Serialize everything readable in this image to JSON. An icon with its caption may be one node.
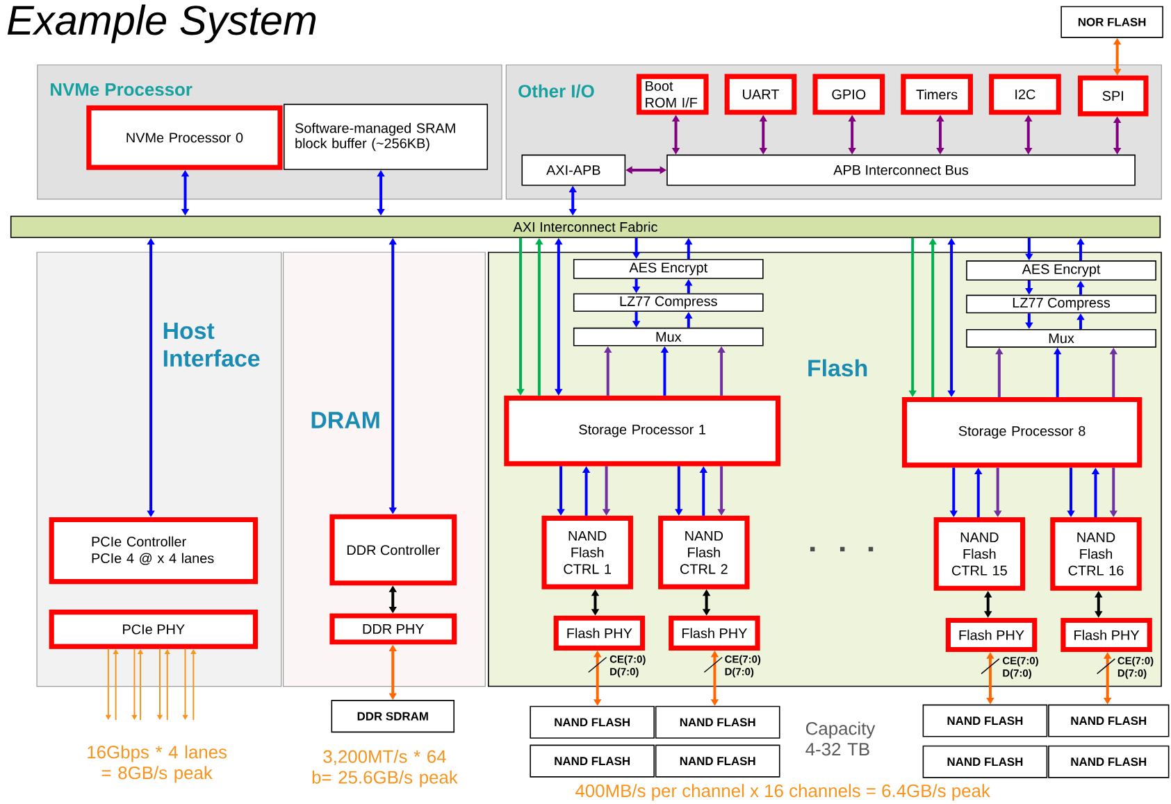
{
  "diagram": {
    "title": "Example System",
    "nodes": [
      {
        "text": [
          "NVMe Processor"
        ]
      },
      {
        "text": [
          "NVMe Processor 0"
        ],
        "in": 0
      },
      {
        "text": [
          "Software-managed SRAM block buffer (~256KB)"
        ],
        "in": 0
      },
      {
        "text": [
          "Other I/O"
        ]
      },
      {
        "text": [
          "Boot ROM I/F"
        ],
        "in": 3
      },
      {
        "text": [
          "UART"
        ],
        "in": 3
      },
      {
        "text": [
          "GPIO"
        ],
        "in": 3
      },
      {
        "text": [
          "Timers"
        ],
        "in": 3
      },
      {
        "text": [
          "I2C"
        ],
        "in": 3
      },
      {
        "text": [
          "SPI"
        ],
        "in": 3
      },
      {
        "text": [
          "AXI-APB"
        ],
        "in": 3
      },
      {
        "text": [
          "APB Interconnect Bus"
        ],
        "in": 3
      },
      {
        "text": [
          "NOR FLASH"
        ]
      },
      {
        "text": [
          "AXI Interconnect Fabric"
        ]
      },
      {
        "text": [
          "Host Interface"
        ]
      },
      {
        "text": [
          "PCIe Controller PCIe 4 @ x 4 lanes"
        ],
        "in": 14
      },
      {
        "text": [
          "PCIe PHY"
        ],
        "in": 14
      },
      {
        "text": [
          "DRAM"
        ]
      },
      {
        "text": [
          "DDR Controller"
        ],
        "in": 17
      },
      {
        "text": [
          "DDR PHY"
        ],
        "in": 17
      },
      {
        "text": [
          "DDR SDRAM"
        ]
      },
      {
        "text": [
          "Flash"
        ]
      },
      {
        "text": [
          "AES Encrypt"
        ],
        "in": 21
      },
      {
        "text": [
          "LZ77 Compress"
        ],
        "in": 21
      },
      {
        "text": [
          "Mux"
        ],
        "in": 21
      },
      {
        "text": [
          "Storage Processor 1"
        ],
        "in": 21
      },
      {
        "text": [
          "AES Encrypt"
        ],
        "in": 21
      },
      {
        "text": [
          "LZ77 Compress"
        ],
        "in": 21
      },
      {
        "text": [
          "Mux"
        ],
        "in": 21
      },
      {
        "text": [
          "Storage Processor 8"
        ],
        "in": 21
      },
      {
        "text": [
          "NAND Flash CTRL 1"
        ],
        "in": 21
      },
      {
        "text": [
          "NAND Flash CTRL 2"
        ],
        "in": 21
      },
      {
        "text": [
          "NAND Flash CTRL 15"
        ],
        "in": 21
      },
      {
        "text": [
          "NAND Flash CTRL 16"
        ],
        "in": 21
      },
      {
        "text": [
          "Flash PHY"
        ],
        "in": 21
      },
      {
        "text": [
          "Flash PHY"
        ],
        "in": 21
      },
      {
        "text": [
          "Flash PHY"
        ],
        "in": 21
      },
      {
        "text": [
          "Flash PHY"
        ],
        "in": 21
      },
      {
        "text": [
          "NAND FLASH"
        ]
      },
      {
        "text": [
          "NAND FLASH"
        ]
      },
      {
        "text": [
          "NAND FLASH"
        ]
      },
      {
        "text": [
          "NAND FLASH"
        ]
      },
      {
        "text": [
          "NAND FLASH"
        ]
      },
      {
        "text": [
          "NAND FLASH"
        ]
      },
      {
        "text": [
          "NAND FLASH"
        ]
      },
      {
        "text": [
          "NAND FLASH"
        ]
      }
    ],
    "edges": [
      {
        "from": 1,
        "to": 13,
        "arrow": "both"
      },
      {
        "from": 2,
        "to": 13,
        "arrow": "both"
      },
      {
        "from": 10,
        "to": 13,
        "arrow": "both"
      },
      {
        "from": 10,
        "to": 11,
        "arrow": "both",
        "color": "#800080"
      },
      {
        "from": 4,
        "to": 11,
        "arrow": "both",
        "color": "#800080"
      },
      {
        "from": 5,
        "to": 11,
        "arrow": "both",
        "color": "#800080"
      },
      {
        "from": 6,
        "to": 11,
        "arrow": "both",
        "color": "#800080"
      },
      {
        "from": 7,
        "to": 11,
        "arrow": "both",
        "color": "#800080"
      },
      {
        "from": 8,
        "to": 11,
        "arrow": "both",
        "color": "#800080"
      },
      {
        "from": 9,
        "to": 11,
        "arrow": "both",
        "color": "#800080"
      },
      {
        "from": 12,
        "to": 9,
        "arrow": "both",
        "color": "#ff6600"
      },
      {
        "from": 13,
        "to": 15,
        "arrow": "both"
      },
      {
        "from": 13,
        "to": 18,
        "arrow": "both"
      },
      {
        "from": 18,
        "to": 19,
        "arrow": "both",
        "color": "#000000"
      },
      {
        "from": 19,
        "to": 20,
        "arrow": "both",
        "color": "#ff6600"
      },
      {
        "from": 16,
        "to": null,
        "arrow": "to",
        "color": "#f7941d"
      },
      {
        "from": null,
        "to": 16,
        "arrow": "to",
        "color": "#f7941d"
      },
      {
        "from": 16,
        "to": null,
        "arrow": "to",
        "color": "#f7941d"
      },
      {
        "from": null,
        "to": 16,
        "arrow": "to",
        "color": "#f7941d"
      },
      {
        "from": 16,
        "to": null,
        "arrow": "to",
        "color": "#f7941d"
      },
      {
        "from": null,
        "to": 16,
        "arrow": "to",
        "color": "#f7941d"
      },
      {
        "from": 16,
        "to": null,
        "arrow": "to",
        "color": "#f7941d"
      },
      {
        "from": null,
        "to": 16,
        "arrow": "to",
        "color": "#f7941d"
      },
      {
        "from": 13,
        "to": 25,
        "arrow": "to",
        "color": "#00b050"
      },
      {
        "from": 25,
        "to": 13,
        "arrow": "to",
        "color": "#00b050"
      },
      {
        "from": 13,
        "to": 25,
        "arrow": "both"
      },
      {
        "from": 13,
        "to": 22,
        "arrow": "to"
      },
      {
        "from": 22,
        "to": 13,
        "arrow": "to"
      },
      {
        "from": 22,
        "to": 23,
        "arrow": "to"
      },
      {
        "from": 23,
        "to": 22,
        "arrow": "to"
      },
      {
        "from": 23,
        "to": 24,
        "arrow": "to"
      },
      {
        "from": 24,
        "to": 23,
        "arrow": "to"
      },
      {
        "from": 25,
        "to": 24,
        "arrow": "to",
        "color": "#7030a0"
      },
      {
        "from": 25,
        "to": 24,
        "arrow": "to"
      },
      {
        "from": 25,
        "to": 24,
        "arrow": "to",
        "color": "#7030a0"
      },
      {
        "from": 25,
        "to": 30,
        "arrow": "to"
      },
      {
        "from": 30,
        "to": 25,
        "arrow": "to"
      },
      {
        "from": 25,
        "to": 30,
        "arrow": "to",
        "color": "#7030a0"
      },
      {
        "from": 25,
        "to": 31,
        "arrow": "to"
      },
      {
        "from": 31,
        "to": 25,
        "arrow": "to"
      },
      {
        "from": 25,
        "to": 31,
        "arrow": "to",
        "color": "#7030a0"
      },
      {
        "from": 30,
        "to": 34,
        "arrow": "both",
        "color": "#000000"
      },
      {
        "from": 31,
        "to": 35,
        "arrow": "both",
        "color": "#000000"
      },
      {
        "from": 34,
        "to": 38,
        "arrow": "both",
        "color": "#ff6600"
      },
      {
        "from": 35,
        "to": 39,
        "arrow": "both",
        "color": "#ff6600"
      },
      {
        "from": 13,
        "to": 29,
        "arrow": "to",
        "color": "#00b050"
      },
      {
        "from": 29,
        "to": 13,
        "arrow": "to",
        "color": "#00b050"
      },
      {
        "from": 13,
        "to": 29,
        "arrow": "both"
      },
      {
        "from": 13,
        "to": 26,
        "arrow": "to"
      },
      {
        "from": 26,
        "to": 13,
        "arrow": "to"
      },
      {
        "from": 26,
        "to": 27,
        "arrow": "to"
      },
      {
        "from": 27,
        "to": 26,
        "arrow": "to"
      },
      {
        "from": 27,
        "to": 28,
        "arrow": "to"
      },
      {
        "from": 28,
        "to": 27,
        "arrow": "to"
      },
      {
        "from": 29,
        "to": 28,
        "arrow": "to",
        "color": "#7030a0"
      },
      {
        "from": 29,
        "to": 28,
        "arrow": "to"
      },
      {
        "from": 29,
        "to": 28,
        "arrow": "to",
        "color": "#7030a0"
      },
      {
        "from": 29,
        "to": 32,
        "arrow": "to"
      },
      {
        "from": 32,
        "to": 29,
        "arrow": "to"
      },
      {
        "from": 29,
        "to": 32,
        "arrow": "to",
        "color": "#7030a0"
      },
      {
        "from": 29,
        "to": 33,
        "arrow": "to"
      },
      {
        "from": 33,
        "to": 29,
        "arrow": "to"
      },
      {
        "from": 29,
        "to": 33,
        "arrow": "to",
        "color": "#7030a0"
      },
      {
        "from": 32,
        "to": 36,
        "arrow": "both",
        "color": "#000000"
      },
      {
        "from": 33,
        "to": 37,
        "arrow": "both",
        "color": "#000000"
      },
      {
        "from": 36,
        "to": 42,
        "arrow": "both",
        "color": "#ff6600"
      },
      {
        "from": 37,
        "to": 43,
        "arrow": "both",
        "color": "#ff6600"
      }
    ],
    "labels": [
      "CE(7:0) D(7:0)",
      "CE(7:0) D(7:0)",
      "CE(7:0) D(7:0)",
      "CE(7:0) D(7:0)",
      "16Gbps * 4 lanes = 8GB/s peak",
      "3,200MT/s * 64 b= 25.6GB/s peak",
      "Capacity 4-32 TB",
      "400MB/s per channel x 16 channels = 6.4GB/s peak"
    ]
  }
}
